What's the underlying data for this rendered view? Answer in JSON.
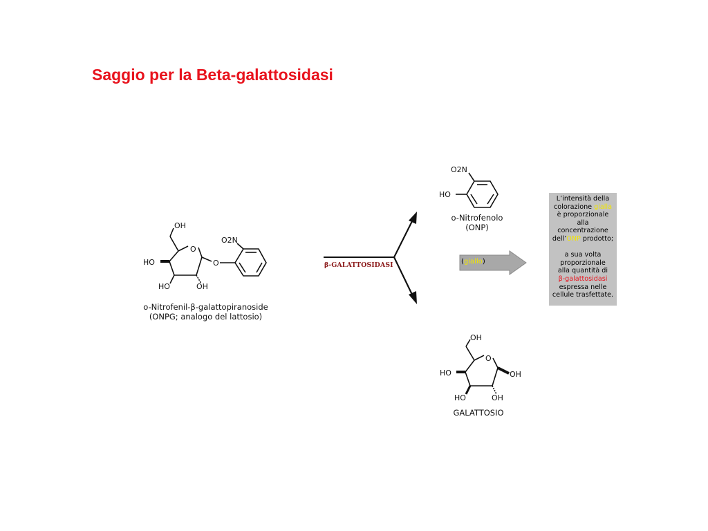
{
  "title": "Saggio per la Beta-galattosidasi",
  "onpg": {
    "caption_line1": "o-Nitrofenil-β-galattopiranoside",
    "caption_line2": "(ONPG; analogo del lattosio)",
    "atoms": {
      "oh_top": "OH",
      "no2": "O2N",
      "ho_left": "HO",
      "ho_bottom": "HO",
      "oh_bottom": "OH",
      "ring_o": "O",
      "link_o": "O"
    }
  },
  "enzyme": "β-GALATTOSIDASI",
  "onp": {
    "caption_line1": "o-Nitrofenolo",
    "caption_line2": "(ONP)",
    "atoms": {
      "no2": "O2N",
      "ho": "HO"
    }
  },
  "galactose": {
    "caption": "GALATTOSIO",
    "atoms": {
      "oh_top": "OH",
      "ho_left": "HO",
      "oh_right": "OH",
      "ho_bottom": "HO",
      "oh_bottom": "OH",
      "ring_o": "O"
    }
  },
  "arrow_label": {
    "open": "(",
    "word": "giallo",
    "close": ")"
  },
  "info_box": {
    "l1": "L’intensità della",
    "l2a": "colorazione ",
    "l2b": "gialla",
    "l3": "è proporzionale",
    "l4": "alla",
    "l5": "concentrazione",
    "l6a": "dell’",
    "l6b": "ONP",
    "l6c": " prodotto;",
    "l8": "a sua volta",
    "l9": "proporzionale",
    "l10": "alla quantità di",
    "l11": "β-galattosidasi",
    "l12": "espressa nelle",
    "l13": "cellule trasfettate."
  },
  "colors": {
    "title": "#e8131d",
    "enzyme_label": "#8b1a1a",
    "highlight_yellow": "#f2e600",
    "box_bg": "#c2c2c2",
    "arrow_fill": "#a8a8a8"
  }
}
